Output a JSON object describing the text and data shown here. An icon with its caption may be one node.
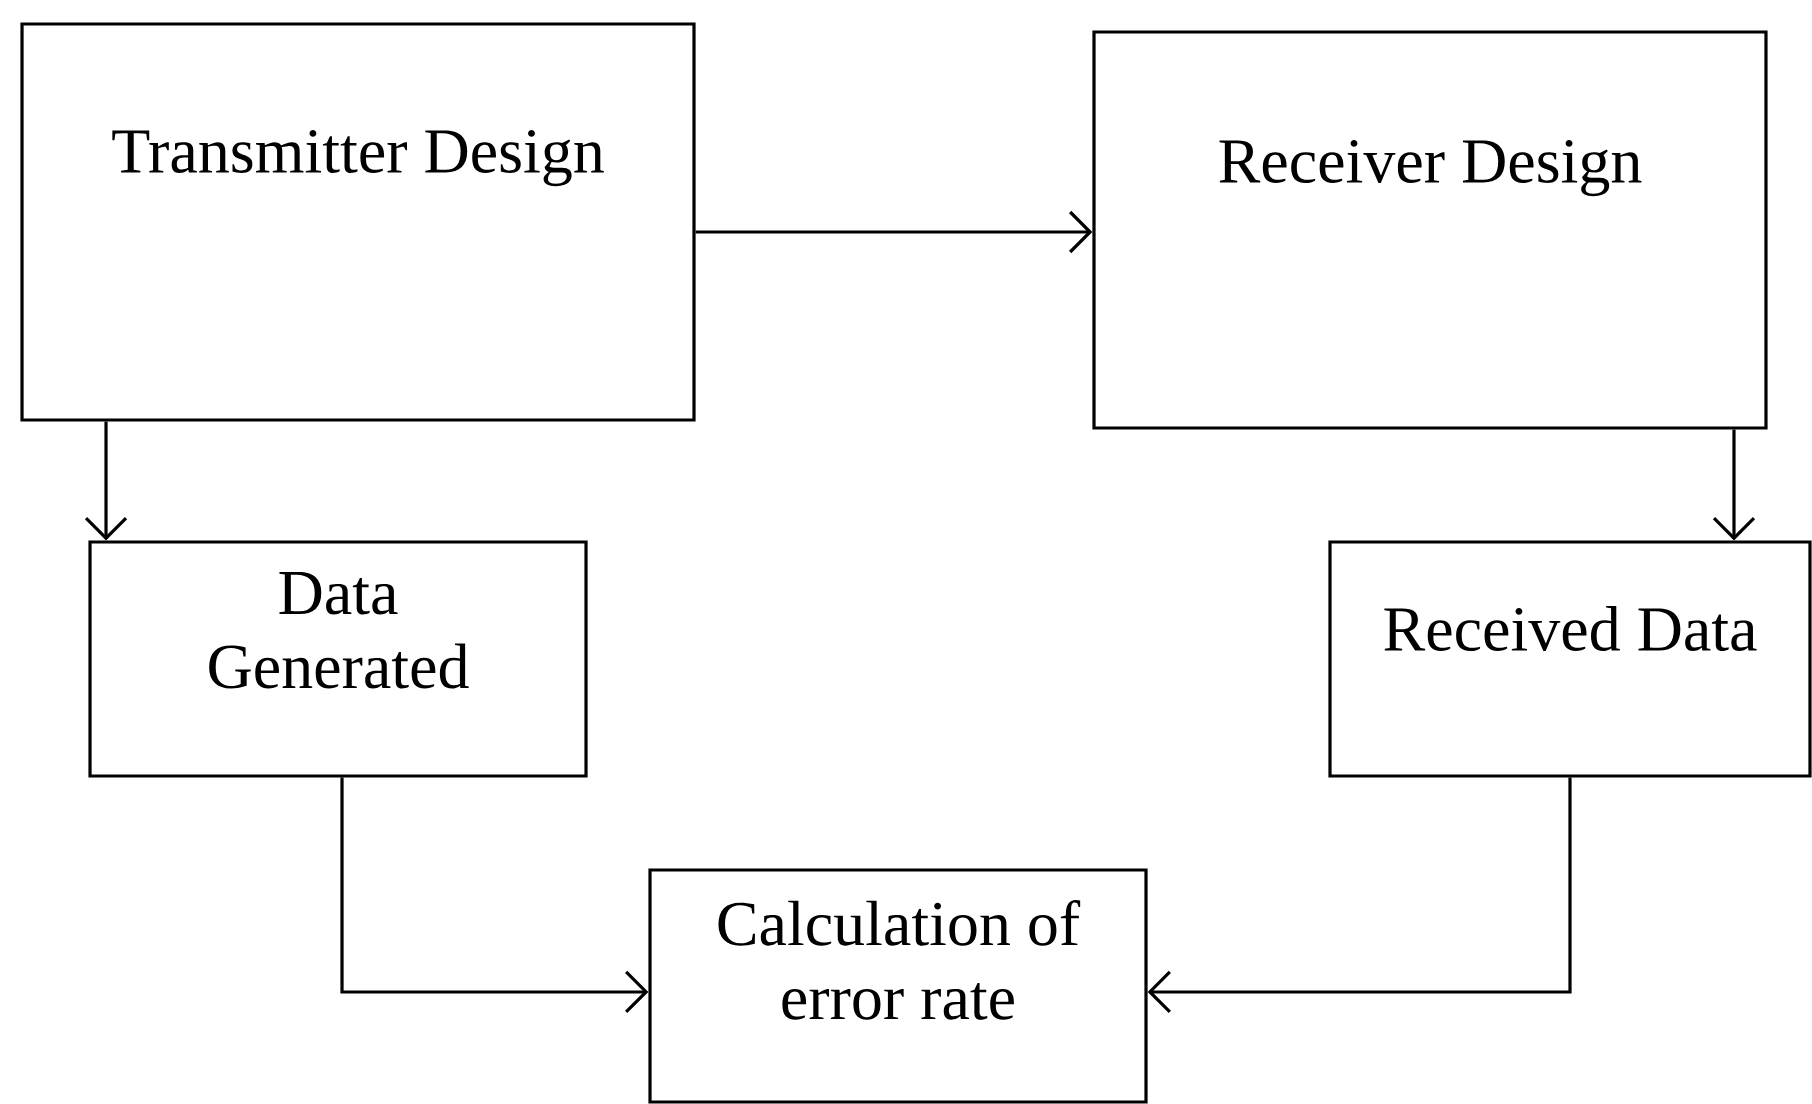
{
  "diagram": {
    "nodes": [
      {
        "text": [
          "Transmitter Design"
        ]
      },
      {
        "text": [
          "Receiver Design"
        ]
      },
      {
        "text": [
          "Data Generated"
        ]
      },
      {
        "text": [
          "Received Data"
        ]
      },
      {
        "text": [
          "Calculation of error rate"
        ]
      }
    ],
    "edges": [
      {
        "from": 0,
        "to": 1,
        "arrow": "to"
      },
      {
        "from": 0,
        "to": 2,
        "arrow": "to"
      },
      {
        "from": 1,
        "to": 3,
        "arrow": "to"
      },
      {
        "from": 2,
        "to": 4,
        "arrow": "to"
      },
      {
        "from": 3,
        "to": 4,
        "arrow": "to"
      }
    ]
  }
}
